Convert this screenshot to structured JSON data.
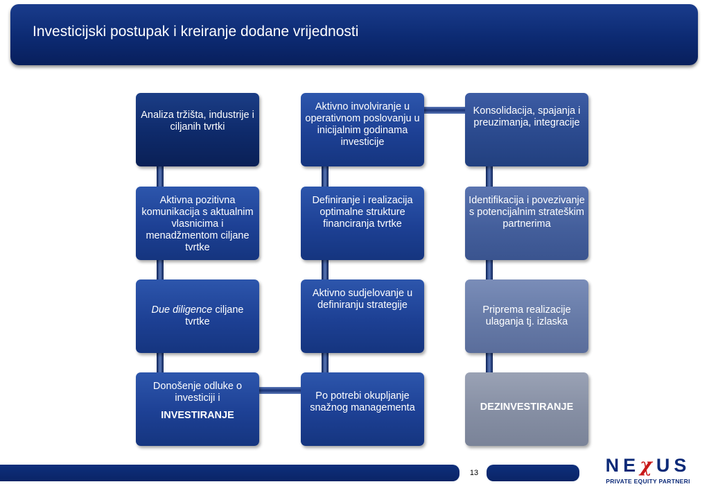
{
  "header": {
    "title": "Investicijski postupak i kreiranje dodane vrijednosti"
  },
  "diagram": {
    "col1": [
      {
        "text": "Analiza tržišta, industrije i ciljanih tvrtki"
      },
      {
        "text": "Aktivna pozitivna komunikacija s aktualnim vlasnicima i menadžmentom ciljane tvrtke"
      },
      {
        "italic": "Due diligence",
        "text": " ciljane tvrtke"
      },
      {
        "text": "Donošenje odluke o investiciji i",
        "strong": "INVESTIRANJE"
      }
    ],
    "col2": [
      {
        "text": "Aktivno involviranje u operativnom poslovanju u inicijalnim godinama investicije"
      },
      {
        "text": "Definiranje i realizacija optimalne strukture financiranja tvrtke"
      },
      {
        "text": "Aktivno sudjelovanje u definiranju strategije"
      },
      {
        "text": "Po potrebi okupljanje snažnog managementa"
      }
    ],
    "col3": [
      {
        "text": "Konsolidacija, spajanja i preuzimanja, integracije"
      },
      {
        "text": "Identifikacija i povezivanje s potencijalnim strateškim partnerima"
      },
      {
        "text": "Priprema realizacije ulaganja tj. izlaska"
      },
      {
        "strong": "DEZINVESTIRANJE"
      }
    ]
  },
  "footer": {
    "page_number": "13",
    "logo": {
      "left": "NE",
      "chi": "χ",
      "right": "US",
      "subtitle": "PRIVATE  EQUITY  PARTNERI"
    }
  }
}
